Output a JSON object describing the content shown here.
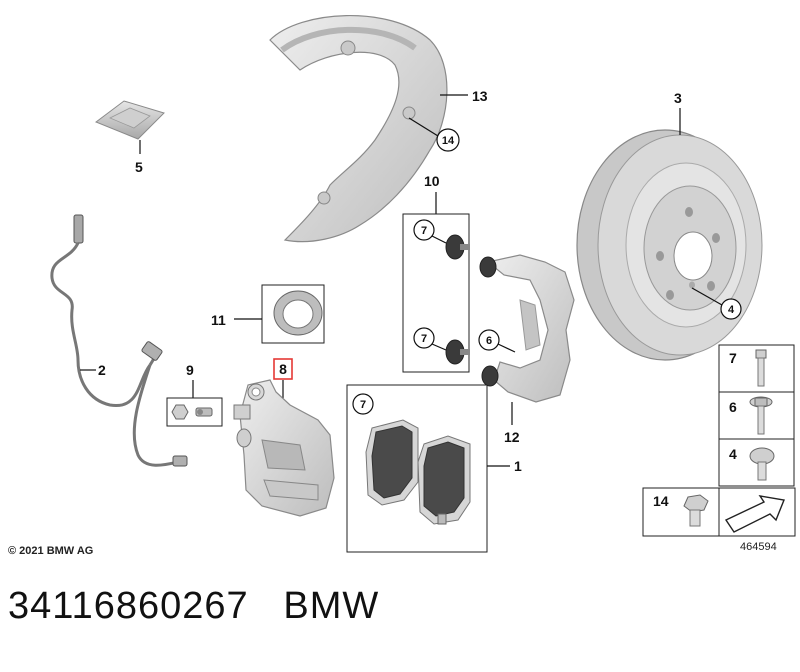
{
  "copyright": "© 2021 BMW AG",
  "diagram_number": "464594",
  "footer": {
    "part_number": "34116860267",
    "brand": "BMW"
  },
  "callouts": {
    "n1": "1",
    "n2": "2",
    "n3": "3",
    "n4": "4",
    "n5": "5",
    "n6": "6",
    "n7a": "7",
    "n7b": "7",
    "n7c": "7",
    "n8": "8",
    "n9": "9",
    "n10": "10",
    "n11": "11",
    "n12": "12",
    "n13": "13",
    "n14": "14"
  },
  "legend": {
    "l7": "7",
    "l6": "6",
    "l4": "4",
    "l14": "14"
  },
  "colors": {
    "part_fill": "#d4d4d4",
    "part_dark": "#a9a9a9",
    "pad_fill": "#4a4a4a",
    "highlight": "#e53935"
  }
}
